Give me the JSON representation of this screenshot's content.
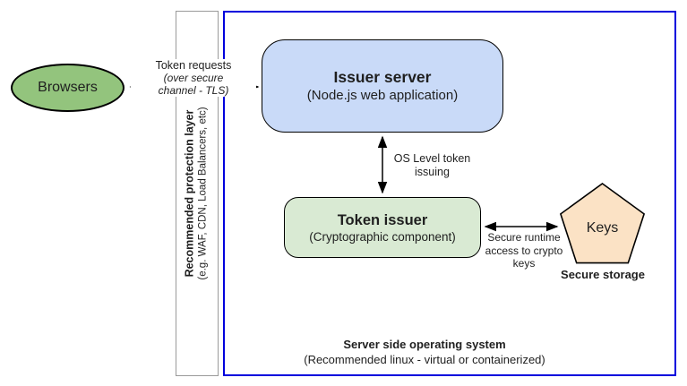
{
  "diagram": {
    "browsers": {
      "label": "Browsers"
    },
    "edge_browsers_issuer": {
      "label": "Token requests",
      "note_line1": "(over secure",
      "note_line2": "channel - TLS)"
    },
    "protection_layer": {
      "title": "Recommended protection layer",
      "subtitle": "(e.g. WAF, CDN, Load Balancers, etc)"
    },
    "issuer_server": {
      "title": "Issuer server",
      "subtitle": "(Node.js web application)"
    },
    "edge_issuer_token": {
      "line1": "OS Level token",
      "line2": "issuing"
    },
    "token_issuer": {
      "title": "Token issuer",
      "subtitle": "(Cryptographic component)"
    },
    "edge_token_keys": {
      "line1": "Secure runtime",
      "line2": "access to crypto",
      "line3": "keys"
    },
    "keys": {
      "label": "Keys",
      "caption": "Secure storage"
    },
    "os_boundary": {
      "title": "Server side operating system",
      "subtitle": "(Recommended linux - virtual or containerized)"
    },
    "colors": {
      "browsers_fill": "#93c47d",
      "issuer_server_fill": "#c9daf8",
      "token_issuer_fill": "#d9ead3",
      "keys_fill": "#fbe2c5",
      "os_boundary_border": "#0000dd",
      "protection_layer_border": "#9a9a9a",
      "shape_border": "#000000",
      "text": "#1f1f1f"
    }
  }
}
